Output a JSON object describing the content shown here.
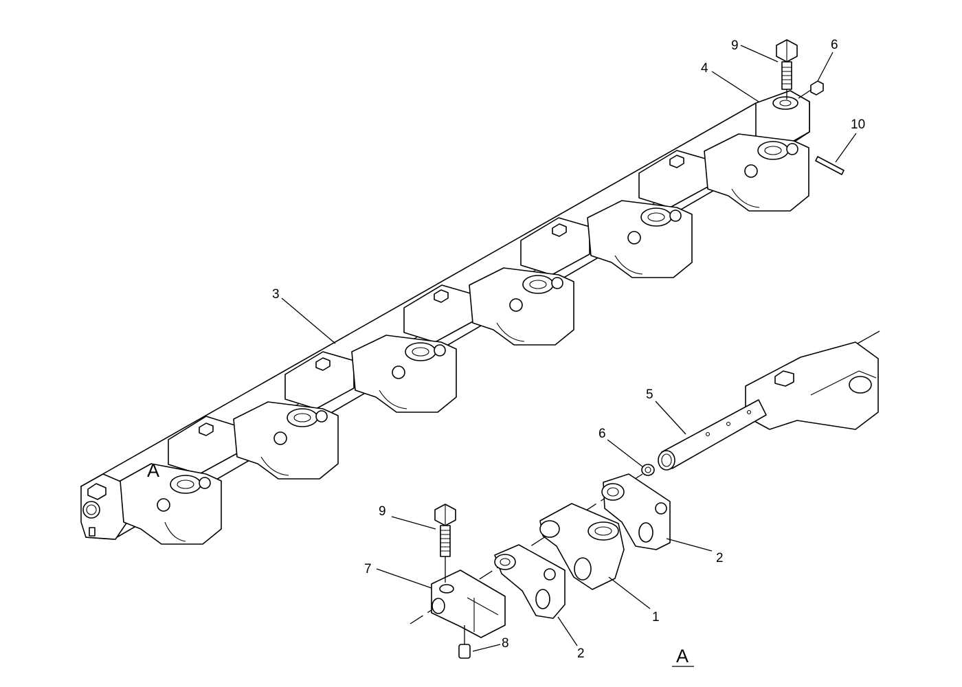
{
  "diagram": {
    "type": "exploded-parts-view",
    "callouts": [
      {
        "id": "c9-top",
        "label": "9"
      },
      {
        "id": "c6-top",
        "label": "6"
      },
      {
        "id": "c4",
        "label": "4"
      },
      {
        "id": "c10",
        "label": "10"
      },
      {
        "id": "c3",
        "label": "3"
      },
      {
        "id": "c5",
        "label": "5"
      },
      {
        "id": "c6-mid",
        "label": "6"
      },
      {
        "id": "c9-low",
        "label": "9"
      },
      {
        "id": "c7",
        "label": "7"
      },
      {
        "id": "c8",
        "label": "8"
      },
      {
        "id": "c2-right",
        "label": "2"
      },
      {
        "id": "c1",
        "label": "1"
      },
      {
        "id": "c2-low",
        "label": "2"
      }
    ],
    "view_labels": {
      "assembly_marker": "A",
      "detail_title": "A"
    }
  }
}
